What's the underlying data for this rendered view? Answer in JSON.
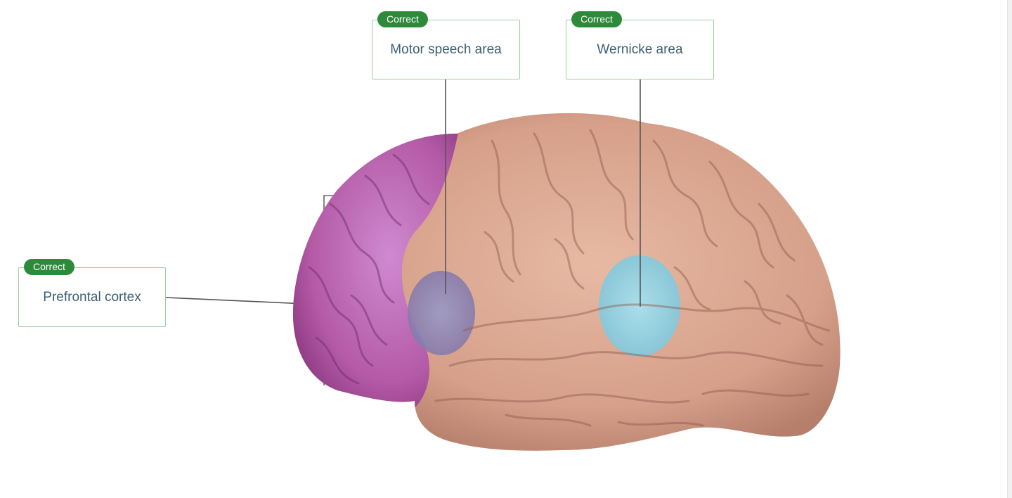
{
  "labels": [
    {
      "id": "prefrontal",
      "text": "Prefrontal cortex",
      "status": "Correct"
    },
    {
      "id": "motor",
      "text": "Motor speech area",
      "status": "Correct"
    },
    {
      "id": "wernicke",
      "text": "Wernicke area",
      "status": "Correct"
    }
  ],
  "colors": {
    "badge": "#2d8a3a",
    "box_border": "#9ccf9f",
    "label_text": "#3d5f72",
    "brain_base": "#d9a890",
    "prefrontal_region": "#b85ca7",
    "motor_region": "#8e86b6",
    "wernicke_region": "#8fd2e3"
  }
}
